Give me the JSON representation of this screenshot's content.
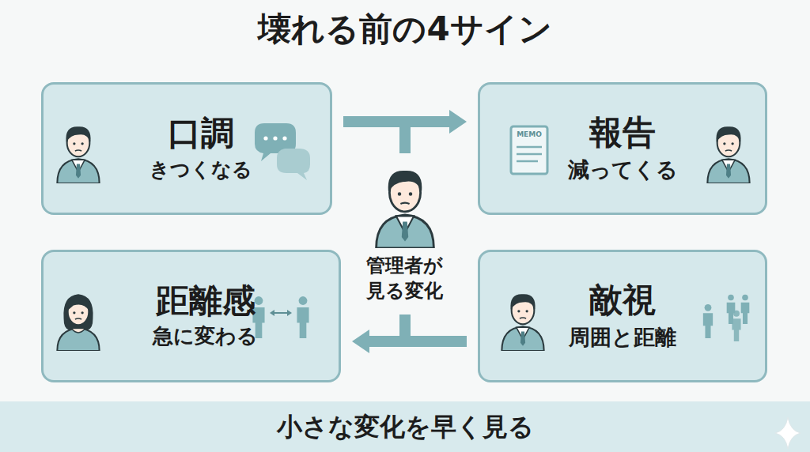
{
  "diagram": {
    "title": "壊れる前の4サイン",
    "nodes": [
      {
        "text": [
          "口調",
          "きつくなる"
        ]
      },
      {
        "text": [
          "報告",
          "減ってくる"
        ]
      },
      {
        "text": [
          "距離感",
          "急に変わる"
        ]
      },
      {
        "text": [
          "敵視",
          "周囲と距離"
        ]
      },
      {
        "text": [
          "小さな変化を早く見る"
        ]
      }
    ],
    "edges": [
      {
        "from": 0,
        "to": 1,
        "arrow": "to"
      },
      {
        "from": 3,
        "to": 2,
        "arrow": "to"
      }
    ],
    "labels": [
      "管理者が 見る変化",
      "MEMO"
    ]
  }
}
